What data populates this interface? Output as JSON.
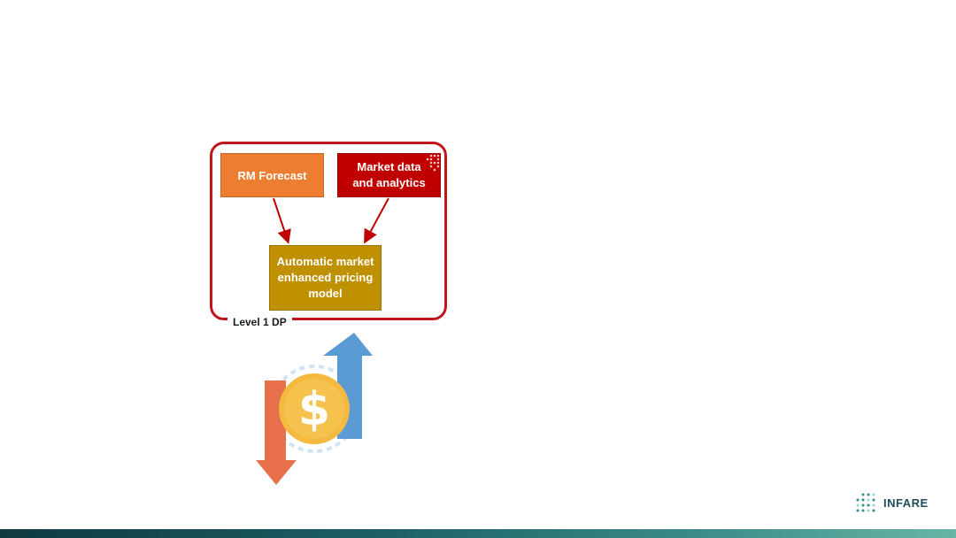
{
  "diagram": {
    "nodes": {
      "rm_forecast": "RM Forecast",
      "market_data": "Market data and analytics",
      "pricing_model": "Automatic market enhanced pricing model"
    },
    "edges": [
      {
        "from": "rm_forecast",
        "to": "pricing_model"
      },
      {
        "from": "market_data",
        "to": "pricing_model"
      }
    ],
    "group_label": "Level 1 DP",
    "colors": {
      "frame": "#c0161b",
      "rm_forecast": "#ed7d31",
      "market_data": "#c00000",
      "pricing_model": "#bf9000",
      "edge": "#c00000"
    }
  },
  "illustration": {
    "icon": "dollar-price-arrows-icon",
    "symbol": "$"
  },
  "brand": {
    "logo_icon": "infare-dots-icon",
    "name": "INFARE"
  },
  "footer": {
    "bar_colors": [
      "#0f3a40",
      "#1c5f66",
      "#3c8f8a",
      "#67b5a5"
    ]
  }
}
